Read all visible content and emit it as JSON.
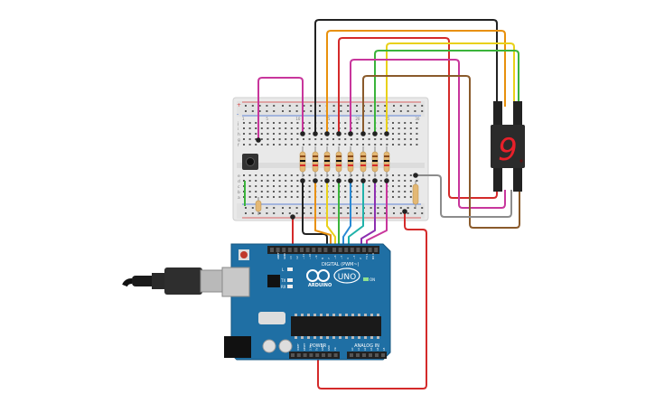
{
  "board": {
    "brand_text": "ARDUINO",
    "model_text": "UNO",
    "digital_header_label": "DIGITAL (PWM~)",
    "power_header_label": "POWER",
    "analog_header_label": "ANALOG IN",
    "on_led_label": "ON",
    "tx_label": "TX",
    "rx_label": "RX",
    "l_label": "L",
    "digital_pin_labels": [
      "AREF",
      "GND",
      "13",
      "12",
      "~11",
      "~10",
      "~9",
      "8",
      "7",
      "~6",
      "~5",
      "4",
      "~3",
      "2",
      "TX 1",
      "RX 0"
    ],
    "power_pin_labels": [
      "IOREF",
      "RESET",
      "3.3V",
      "5V",
      "GND",
      "GND",
      "Vin"
    ],
    "analog_pin_labels": [
      "A0",
      "A1",
      "A2",
      "A3",
      "A4",
      "A5"
    ]
  },
  "breadboard": {
    "row_letters_top": [
      "j",
      "i",
      "h",
      "g",
      "f"
    ],
    "row_letters_bottom": [
      "e",
      "d",
      "c",
      "b",
      "a"
    ],
    "rail_plus": "+",
    "rail_minus": "-",
    "column_numbers": [
      "1",
      "5",
      "10",
      "15",
      "20",
      "25",
      "30"
    ]
  },
  "display": {
    "shown_digit": "9"
  },
  "colors": {
    "wire_black": "#222222",
    "wire_orange": "#e8900c",
    "wire_red": "#d42a2a",
    "wire_magenta": "#c8369c",
    "wire_green": "#3bb43b",
    "wire_yellow": "#e9d11a",
    "wire_brown": "#8a5a2b",
    "wire_gray": "#8c8c8c",
    "wire_blue": "#2a8ad4",
    "wire_teal": "#20b2aa",
    "board_blue": "#1f6fa4",
    "segment_on": "#e8202a"
  }
}
